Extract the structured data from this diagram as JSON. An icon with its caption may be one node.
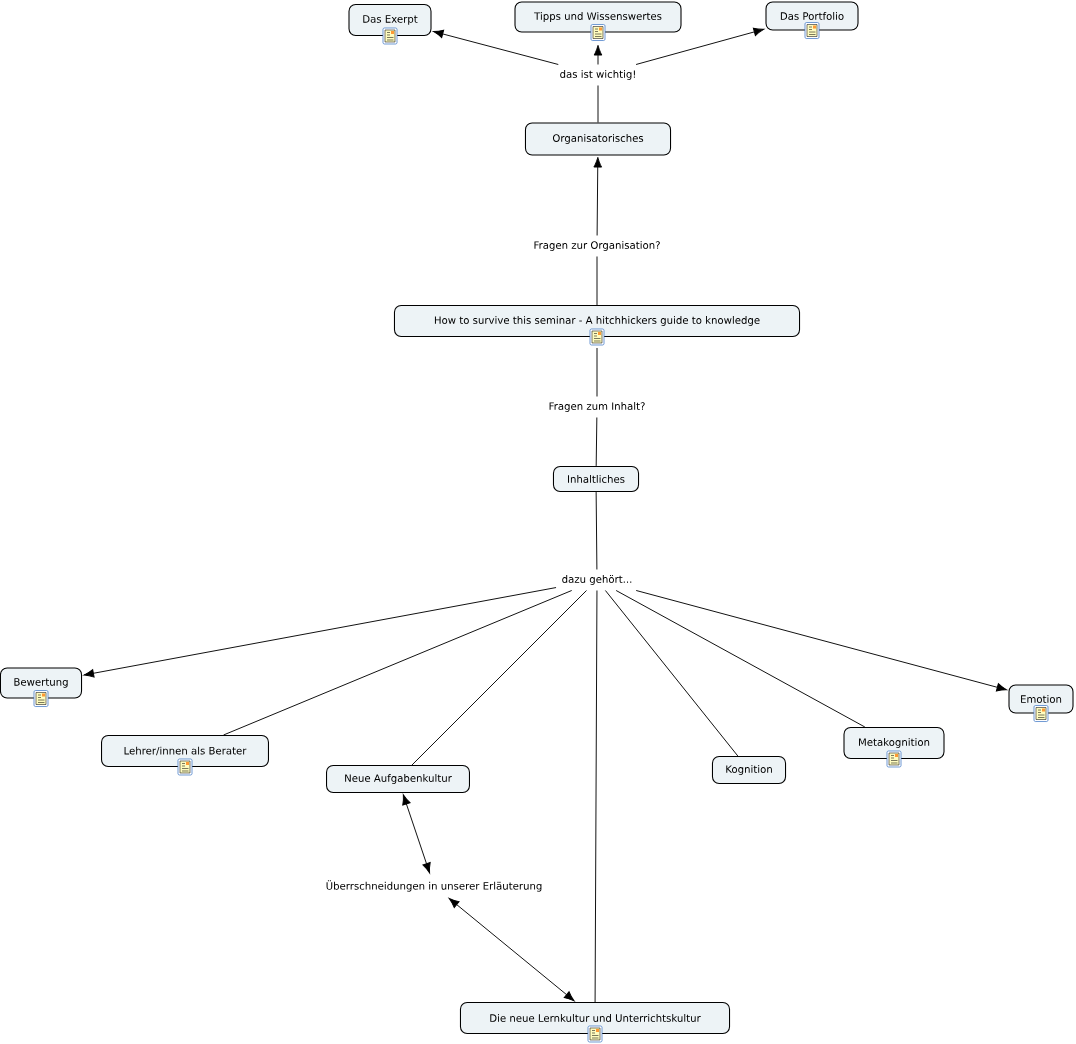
{
  "diagram": {
    "nodes": [
      {
        "text": [
          "Das Exerpt"
        ]
      },
      {
        "text": [
          "Tipps und Wissenswertes"
        ]
      },
      {
        "text": [
          "Das Portfolio"
        ]
      },
      {
        "text": [
          "das ist wichtig!"
        ]
      },
      {
        "text": [
          "Organisatorisches"
        ]
      },
      {
        "text": [
          "Fragen zur Organisation?"
        ]
      },
      {
        "text": [
          "How to survive this seminar - A hitchhickers guide to knowledge"
        ]
      },
      {
        "text": [
          "Fragen zum Inhalt?"
        ]
      },
      {
        "text": [
          "Inhaltliches"
        ]
      },
      {
        "text": [
          "dazu gehört..."
        ]
      },
      {
        "text": [
          "Bewertung"
        ]
      },
      {
        "text": [
          "Emotion"
        ]
      },
      {
        "text": [
          "Metakognition"
        ]
      },
      {
        "text": [
          "Lehrer/innen als Berater"
        ]
      },
      {
        "text": [
          "Kognition"
        ]
      },
      {
        "text": [
          "Neue Aufgabenkultur"
        ]
      },
      {
        "text": [
          "Überrschneidungen in unserer Erläuterung"
        ]
      },
      {
        "text": [
          "Die neue Lernkultur und Unterrichtskultur"
        ]
      }
    ],
    "edges": [
      {
        "from": 4,
        "to": 3,
        "arrow": "none"
      },
      {
        "from": 3,
        "to": 0,
        "arrow": "to"
      },
      {
        "from": 3,
        "to": 1,
        "arrow": "to"
      },
      {
        "from": 3,
        "to": 2,
        "arrow": "to"
      },
      {
        "from": 6,
        "to": 5,
        "arrow": "none"
      },
      {
        "from": 5,
        "to": 4,
        "arrow": "to"
      },
      {
        "from": 6,
        "to": 7,
        "arrow": "none"
      },
      {
        "from": 7,
        "to": 8,
        "arrow": "none"
      },
      {
        "from": 8,
        "to": 9,
        "arrow": "none"
      },
      {
        "from": 9,
        "to": 10,
        "arrow": "to"
      },
      {
        "from": 9,
        "to": 13,
        "arrow": "none"
      },
      {
        "from": 9,
        "to": 15,
        "arrow": "none"
      },
      {
        "from": 9,
        "to": 17,
        "arrow": "none"
      },
      {
        "from": 9,
        "to": 14,
        "arrow": "none"
      },
      {
        "from": 9,
        "to": 12,
        "arrow": "none"
      },
      {
        "from": 9,
        "to": 11,
        "arrow": "to"
      },
      {
        "from": 15,
        "to": 16,
        "arrow": "both"
      },
      {
        "from": 16,
        "to": 17,
        "arrow": "both"
      }
    ]
  }
}
